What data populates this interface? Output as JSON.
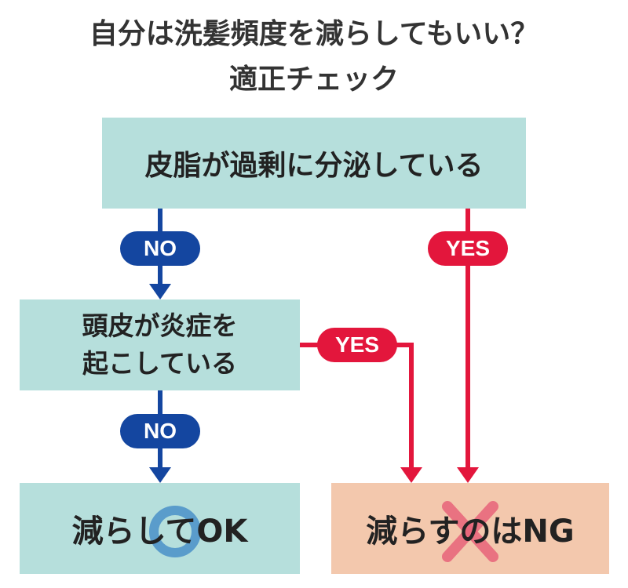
{
  "title": {
    "line1": "自分は洗髪頻度を減らしてもいい？",
    "line2": "適正チェック"
  },
  "nodes": {
    "q1": "皮脂が過剰に分泌している",
    "q2_line1": "頭皮が炎症を",
    "q2_line2": "起こしている",
    "ok": "減らしてOK",
    "ng": "減らすのはNG"
  },
  "edges": {
    "no1": "NO",
    "yes1": "YES",
    "yes2": "YES",
    "no2": "NO"
  },
  "colors": {
    "title_text": "#333333",
    "node_teal": "#b6dfdc",
    "node_peach": "#f3c8ad",
    "no_blue": "#1446a0",
    "yes_red": "#e3163c",
    "ok_ring": "#4a90c8",
    "ng_cross": "#e8647a"
  },
  "icons": {
    "ok_mark": "circle-mark-icon",
    "ng_mark": "cross-mark-icon"
  }
}
